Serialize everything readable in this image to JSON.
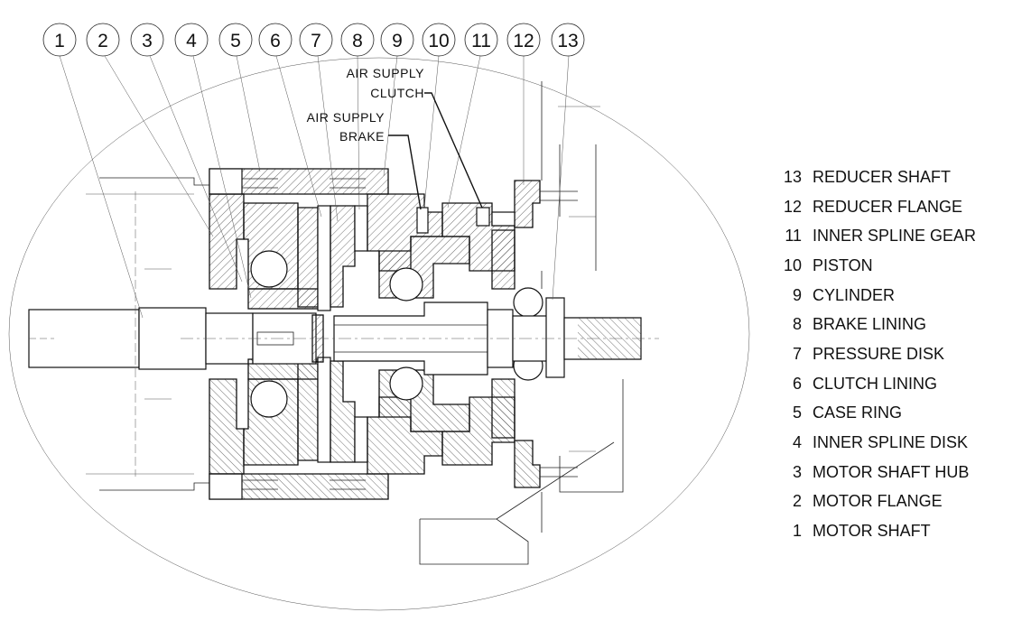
{
  "balloons": [
    "1",
    "2",
    "3",
    "4",
    "5",
    "6",
    "7",
    "8",
    "9",
    "10",
    "11",
    "12",
    "13"
  ],
  "notes": {
    "air_supply_clutch_line1": "AIR  SUPPLY",
    "air_supply_clutch_line2": "CLUTCH",
    "air_supply_brake_line1": "AIR  SUPPLY",
    "air_supply_brake_line2": "BRAKE"
  },
  "legend": [
    {
      "num": "13",
      "label": "REDUCER SHAFT"
    },
    {
      "num": "12",
      "label": "REDUCER FLANGE"
    },
    {
      "num": "11",
      "label": "INNER SPLINE GEAR"
    },
    {
      "num": "10",
      "label": "PISTON"
    },
    {
      "num": "9",
      "label": "CYLINDER"
    },
    {
      "num": "8",
      "label": "BRAKE LINING"
    },
    {
      "num": "7",
      "label": "PRESSURE DISK"
    },
    {
      "num": "6",
      "label": "CLUTCH LINING"
    },
    {
      "num": "5",
      "label": "CASE RING"
    },
    {
      "num": "4",
      "label": "INNER SPLINE DISK"
    },
    {
      "num": "3",
      "label": "MOTOR SHAFT HUB"
    },
    {
      "num": "2",
      "label": "MOTOR FLANGE"
    },
    {
      "num": "1",
      "label": "MOTOR SHAFT"
    }
  ]
}
